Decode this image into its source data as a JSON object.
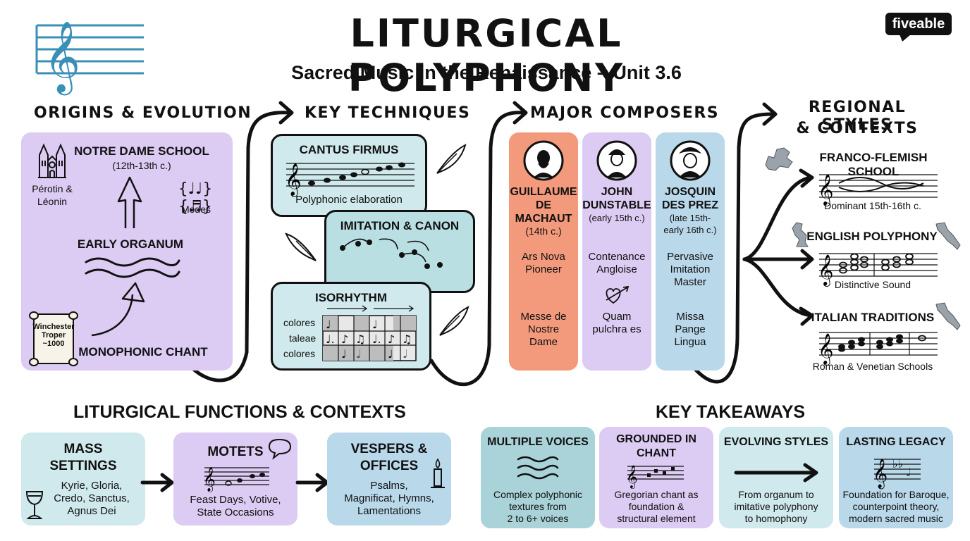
{
  "header": {
    "title": "LITURGICAL POLYPHONY",
    "subtitle": "Sacred Music in the Renaissance – Unit 3.6",
    "brand": "fiveable"
  },
  "origins": {
    "title": "ORIGINS & EVOLUTION",
    "notre_dame": "NOTRE DAME SCHOOL",
    "notre_dame_dates": "(12th-13th c.)",
    "perotin": "Pérotin &",
    "leonin": "Léonin",
    "modes_notes": "{♩♩} {♬}",
    "modes": "Modes",
    "early_organum": "EARLY ORGANUM",
    "monophonic": "MONOPHONIC CHANT",
    "scroll_l1": "Winchester",
    "scroll_l2": "Troper",
    "scroll_l3": "~1000"
  },
  "techniques": {
    "title": "KEY TECHNIQUES",
    "cantus": "CANTUS FIRMUS",
    "cantus_caption": "Polyphonic elaboration",
    "imitation": "IMITATION & CANON",
    "isorhythm": "ISORHYTHM",
    "rows": [
      "colores",
      "taleae",
      "colores"
    ]
  },
  "composers": {
    "title": "MAJOR COMPOSERS",
    "items": [
      {
        "name1": "GUILLAUME",
        "name2": "DE",
        "name3": "MACHAUT",
        "dates": "(14th c.)",
        "role1": "Ars Nova",
        "role2": "Pioneer",
        "work1": "Messe de",
        "work2": "Nostre",
        "work3": "Dame"
      },
      {
        "name1": "JOHN",
        "name2": "DUNSTABLE",
        "dates": "(early 15th c.)",
        "role1": "Contenance",
        "role2": "Angloise",
        "work1": "Quam",
        "work2": "pulchra es"
      },
      {
        "name1": "JOSQUIN",
        "name2": "DES PREZ",
        "dates1": "(late 15th-",
        "dates2": "early 16th c.)",
        "role1": "Pervasive",
        "role2": "Imitation",
        "role3": "Master",
        "work1": "Missa",
        "work2": "Pange",
        "work3": "Lingua"
      }
    ]
  },
  "regional": {
    "title1": "REGIONAL STYLES",
    "title2": "& CONTEXTS",
    "franco": "FRANCO-FLEMISH SCHOOL",
    "franco_caption": "Dominant 15th-16th c.",
    "english": "ENGLISH POLYPHONY",
    "english_caption": "Distinctive Sound",
    "italian": "ITALIAN TRADITIONS",
    "italian_caption": "Roman & Venetian Schools"
  },
  "functions": {
    "title": "LITURGICAL FUNCTIONS & CONTEXTS",
    "mass_title1": "MASS",
    "mass_title2": "SETTINGS",
    "mass_l1": "Kyrie, Gloria,",
    "mass_l2": "Credo, Sanctus,",
    "mass_l3": "Agnus Dei",
    "motets_title": "MOTETS",
    "motets_l1": "Feast Days, Votive,",
    "motets_l2": "State Occasions",
    "vespers_title1": "VESPERS &",
    "vespers_title2": "OFFICES",
    "vespers_l1": "Psalms,",
    "vespers_l2": "Magnificat, Hymns,",
    "vespers_l3": "Lamentations"
  },
  "takeaways": {
    "title": "KEY TAKEAWAYS",
    "items": [
      {
        "title1": "MULTIPLE VOICES",
        "l1": "Complex polyphonic",
        "l2": "textures from",
        "l3": "2 to 6+ voices"
      },
      {
        "title1": "GROUNDED IN",
        "title2": "CHANT",
        "l1": "Gregorian chant as",
        "l2": "foundation &",
        "l3": "structural element"
      },
      {
        "title1": "EVOLVING STYLES",
        "l1": "From organum to",
        "l2": "imitative polyphony",
        "l3": "to homophony"
      },
      {
        "title1": "LASTING LEGACY",
        "l1": "Foundation for Baroque,",
        "l2": "counterpoint theory,",
        "l3": "modern sacred music"
      }
    ]
  },
  "icons": {
    "treble_clef": "treble-clef-icon",
    "quill": "quill-icon",
    "cathedral": "cathedral-icon",
    "chalice": "chalice-icon",
    "candle": "candle-icon",
    "speech": "speech-bubble-icon",
    "heart_arrow": "heart-arrow-icon",
    "map": "map-icon"
  },
  "colors": {
    "lavender": "#dccbf3",
    "teal": "#cfe9ec",
    "salmon": "#f49a7c",
    "blue": "#b9d8ea",
    "deep_teal": "#a9d3d8",
    "clef": "#3a8fb7"
  }
}
